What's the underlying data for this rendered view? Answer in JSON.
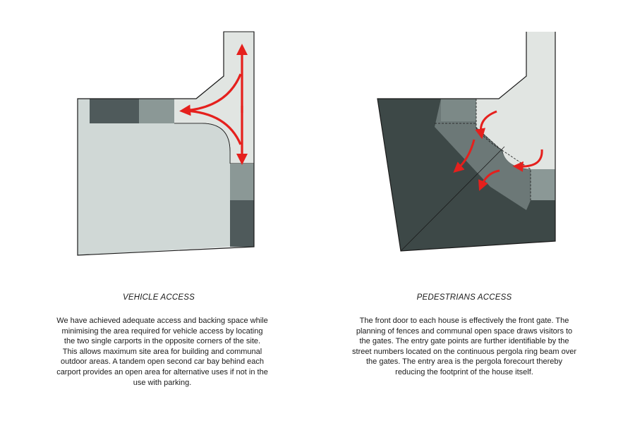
{
  "vehicle": {
    "title": "VEHICLE ACCESS",
    "description": "We have achieved adequate access and backing space while minimising the area required for vehicle access by locating the two single carports in the opposite corners of the site. This allows maximum site area for building and communal outdoor areas. A tandem open second car bay behind each carport provides an open area for alternative uses if not in the use with parking."
  },
  "pedestrians": {
    "title": "PEDESTRIANS ACCESS",
    "description": "The front door to each house is effectively the front gate. The planning of fences and communal open space draws visitors to the gates. The entry gate points are further identifiable by the street numbers located on the continuous pergola ring beam over the gates. The entry area is the pergola forecourt thereby reducing the footprint of the house itself."
  },
  "colors": {
    "driveway": "#e1e5e2",
    "site_light": "#d0d8d6",
    "site_dark": "#3d4847",
    "carport_dark": "#4f5a5b",
    "carport_light": "#8b9896",
    "forecourt": "#6c7877",
    "arrow": "#e5201d",
    "outline": "#1a1a1a"
  }
}
